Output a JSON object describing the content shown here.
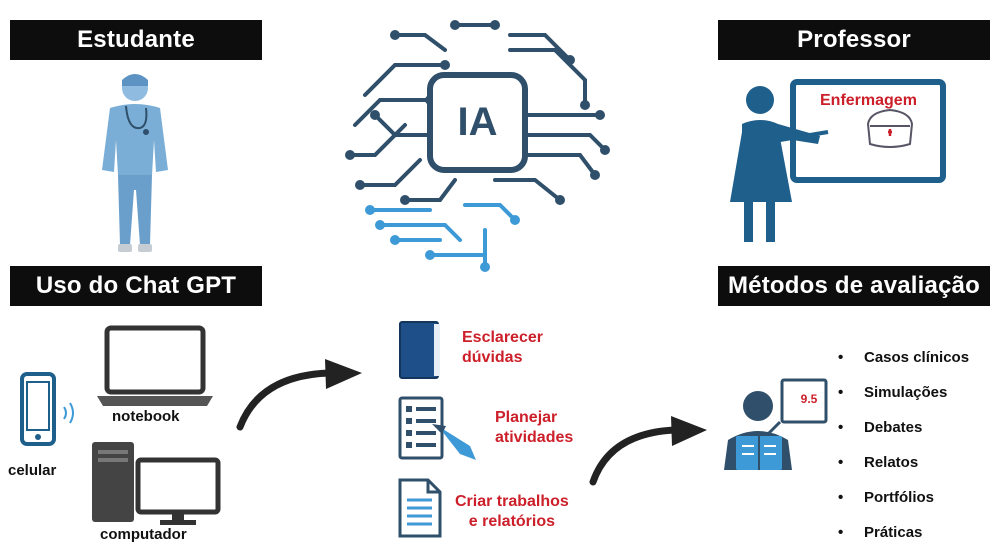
{
  "headers": {
    "student": "Estudante",
    "teacher": "Professor",
    "chatgpt_use": "Uso do Chat GPT",
    "evaluation": "Métodos de avaliação"
  },
  "brain": {
    "label": "IA"
  },
  "board": {
    "label": "Enfermagem"
  },
  "devices": {
    "phone": "celular",
    "notebook": "notebook",
    "computer": "computador"
  },
  "actions": [
    {
      "line1": "Esclarecer",
      "line2": "dúvidas"
    },
    {
      "line1": "Planejar",
      "line2": "atividades"
    },
    {
      "line1": "Criar trabalhos",
      "line2": "e relatórios"
    }
  ],
  "grade": "9.5",
  "methods": [
    "Casos clínicos",
    "Simulações",
    "Debates",
    "Relatos",
    "Portfólios",
    "Práticas"
  ],
  "colors": {
    "header_bg": "#0d0d0d",
    "accent_red": "#cc1f2a",
    "icon_blue": "#1f5f8b",
    "nurse_blue": "#7aaed6",
    "dark_slate": "#2f4f6a"
  }
}
